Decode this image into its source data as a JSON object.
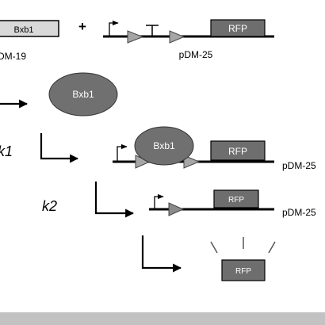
{
  "top_row": {
    "plasmid_left_gene": "Bxb1",
    "plasmid_left_name": "DM-19",
    "plus_sign": "+",
    "plasmid_right_reporter": "RFP",
    "plasmid_right_name": "pDM-25"
  },
  "step1": {
    "protein_label": "Bxb1"
  },
  "step2": {
    "rate_label": "k1",
    "protein_label": "Bxb1",
    "reporter_label": "RFP",
    "plasmid_name": "pDM-25"
  },
  "step3": {
    "rate_label": "k2",
    "reporter_label": "RFP",
    "plasmid_name": "pDM-25"
  },
  "step4": {
    "product_label": "RFP"
  },
  "colors": {
    "line": "#000000",
    "box_light": "#d9d9d9",
    "box_dark": "#6e6e6e",
    "protein_fill": "#707070",
    "site_triangle": "#a6a6a6",
    "footer_bar": "#c2c2c2",
    "label_light": "#ffffff",
    "label_dark": "#000000"
  }
}
